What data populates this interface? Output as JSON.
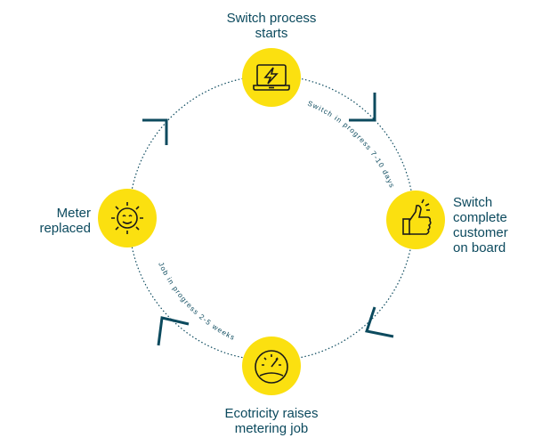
{
  "colors": {
    "accent": "#fbe010",
    "ink": "#0c4a5e"
  },
  "steps": [
    {
      "label_lines": [
        "Switch process",
        "starts"
      ],
      "icon": "laptop-lightning-icon"
    },
    {
      "label_lines": [
        "Switch",
        "complete",
        "customer",
        "on board"
      ],
      "icon": "thumbs-up-icon"
    },
    {
      "label_lines": [
        "Ecotricity raises",
        "metering job"
      ],
      "icon": "meter-gauge-icon"
    },
    {
      "label_lines": [
        "Meter",
        "replaced"
      ],
      "icon": "smiling-sun-icon"
    }
  ],
  "durations": {
    "switch": "Switch in progress 7-10 days",
    "job": "Job in progress 2-5 weeks"
  }
}
